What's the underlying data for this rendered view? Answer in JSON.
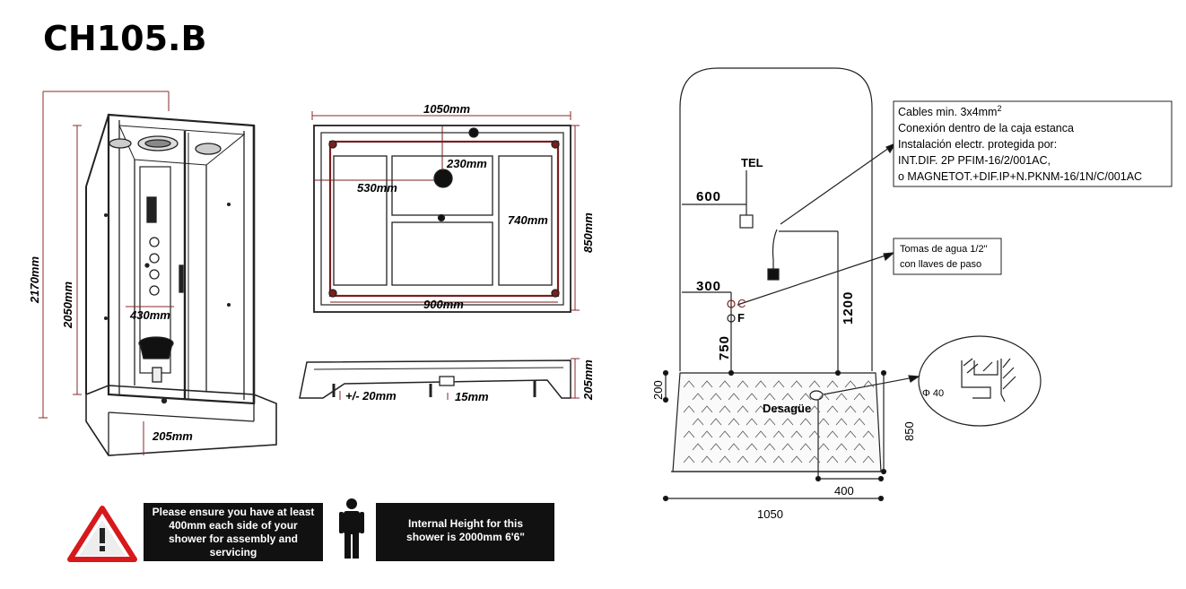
{
  "title": "CH105.B",
  "front_view": {
    "height_total": "2170mm",
    "height_inner": "2050mm",
    "seat_width": "430mm",
    "tray_height": "205mm"
  },
  "top_view": {
    "width_total": "1050mm",
    "depth_total": "850mm",
    "rain_diameter": "230mm",
    "rain_offset": "530mm",
    "panel_depth": "740mm",
    "inner_width": "900mm"
  },
  "side_view": {
    "leg_adjust": "+/- 20mm",
    "drain": "15mm",
    "tray_height": "205mm"
  },
  "install": {
    "tel_label": "TEL",
    "elec_offset": "600",
    "water_offset": "300",
    "hot_label": "C",
    "cold_label": "F",
    "water_height": "750",
    "elec_height": "1200",
    "tray_height": "200",
    "drain_label": "Desagüe",
    "drain_diameter": "Φ 40",
    "depth": "850",
    "drain_offset": "400",
    "width": "1050",
    "cable_note": {
      "line1": "Cables min. 3x4mm",
      "line1_sup": "2",
      "line2": "Conexión dentro de la caja estanca",
      "line3": "Instalación electr. protegida por:",
      "line4": "INT.DIF. 2P PFIM-16/2/001AC,",
      "line5": "o MAGNETOT.+DIF.IP+N.PKNM-16/1N/C/001AC"
    },
    "water_note": {
      "line1": "Tomas de agua 1/2\"",
      "line2": "con llaves de paso"
    }
  },
  "warnings": {
    "clearance": {
      "line1": "Please ensure you have at least",
      "line2": "400mm each side of your",
      "line3": "shower for assembly and",
      "line4": "servicing"
    },
    "height": {
      "line1": "Internal Height for this",
      "line2": "shower is 2000mm 6'6\""
    }
  },
  "colors": {
    "line": "#222222",
    "tray_accent": "#7a1f1f",
    "warning_red": "#d7191c",
    "box_bg": "#111111"
  }
}
